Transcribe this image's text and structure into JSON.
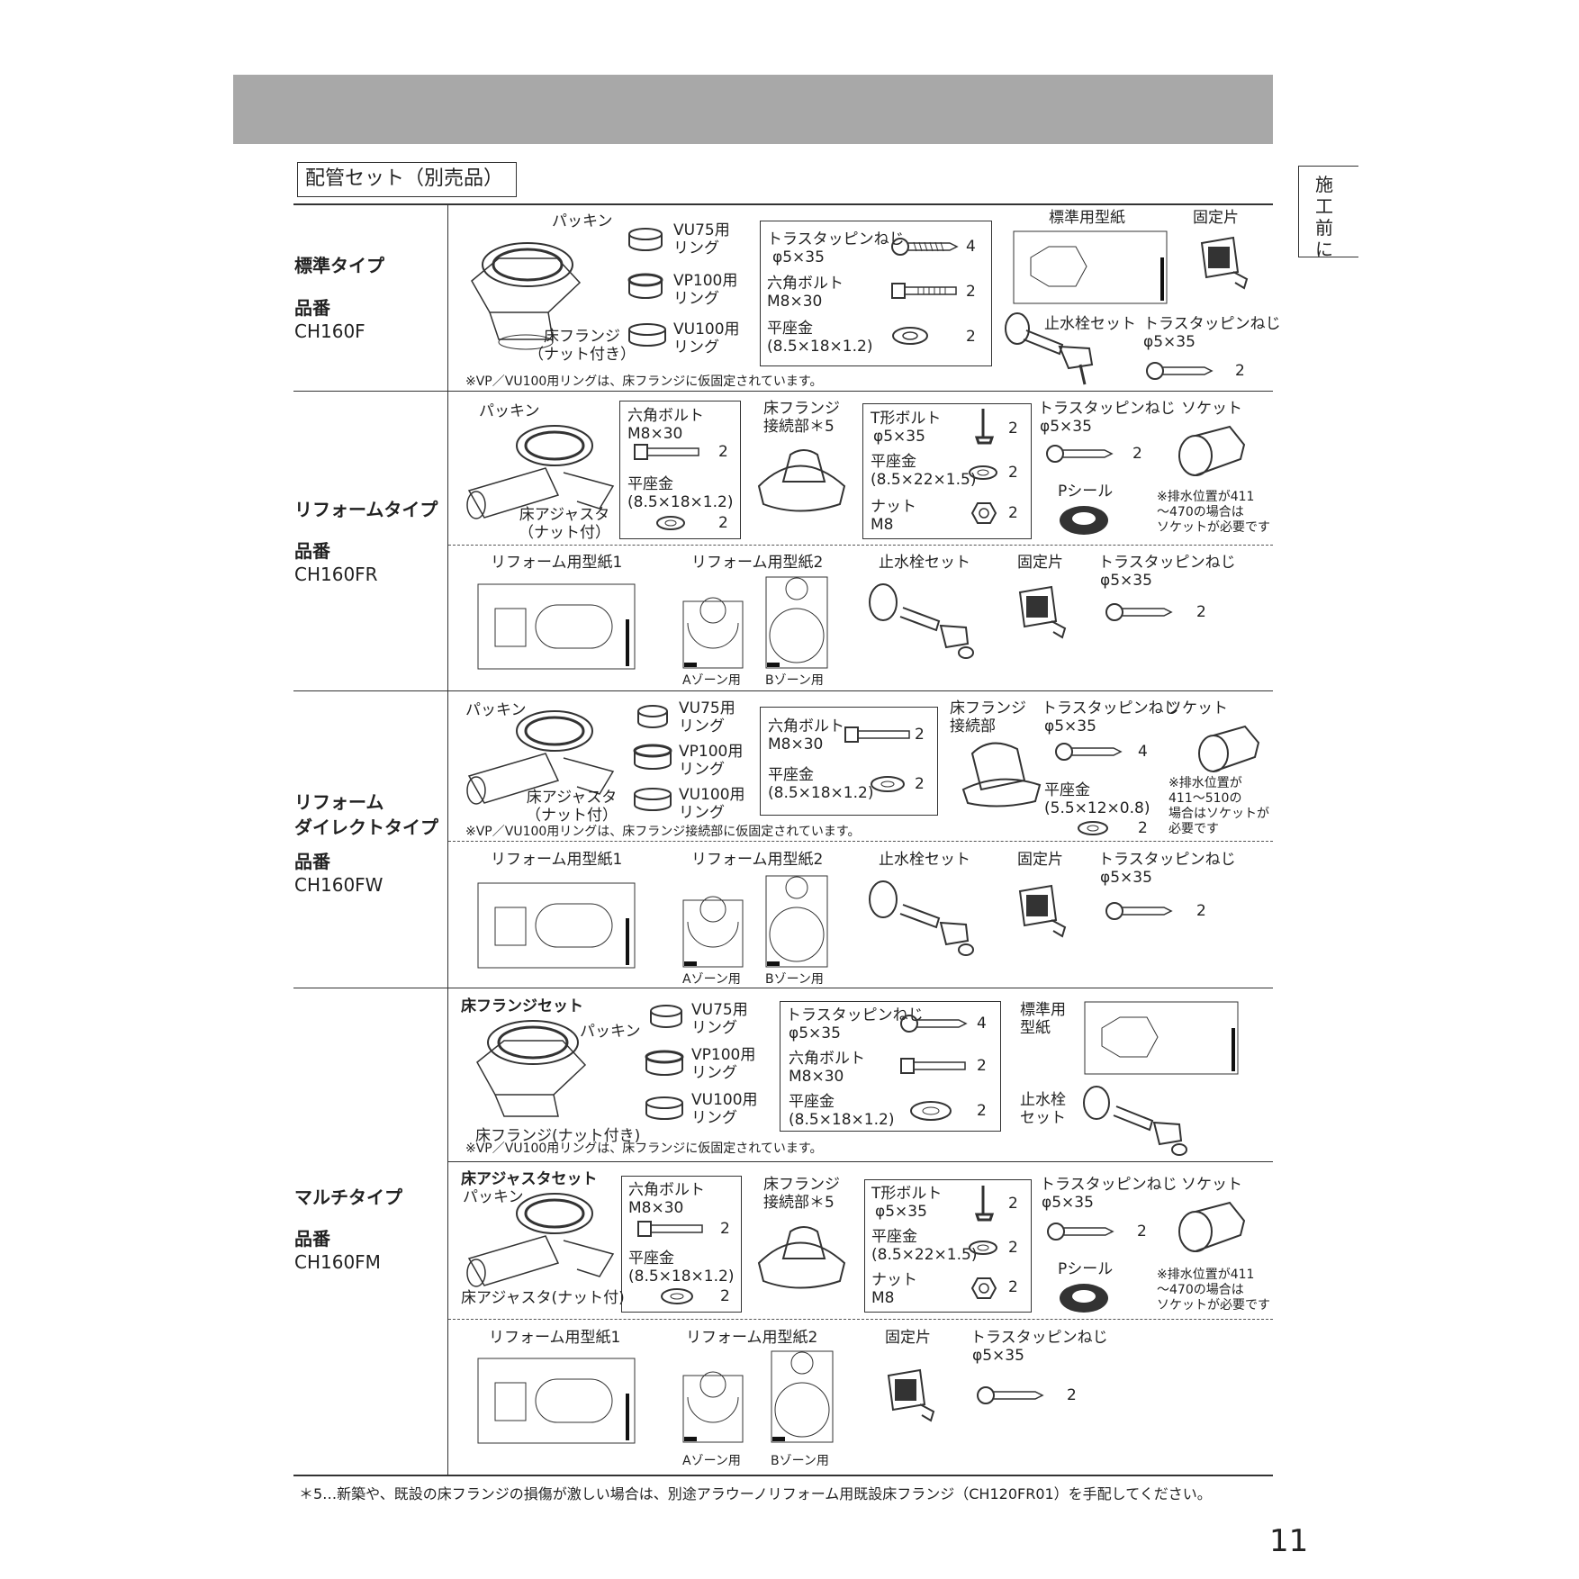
{
  "page": {
    "title": "配管セット（別売品）",
    "side_tab": "施工前に",
    "page_number": "11",
    "footnote": "＊5…新築や、既設の床フランジの損傷が激しい場合は、別途アラウーノリフォーム用既設床フランジ（CH120FR01）を手配してください。"
  },
  "common": {
    "hinban": "品番",
    "packing": "パッキン",
    "vu75": "VU75用\nリング",
    "vp100": "VP100用\nリング",
    "vu100": "VU100用\nリング",
    "truss_screw": "トラスタッピンねじ",
    "phi535": "φ5×35",
    "hex_bolt": "六角ボルト",
    "m830": "M8×30",
    "washer": "平座金",
    "washer_spec": "(8.5×18×1.2)",
    "washer_spec2": "(8.5×22×1.5)",
    "washer_spec3": "(5.5×12×0.8)",
    "t_bolt": "T形ボルト",
    "nut": "ナット",
    "m8": "M8",
    "socket": "ソケット",
    "p_seal": "Pシール",
    "std_template": "標準用型紙",
    "fixing_piece": "固定片",
    "stop_valve_set": "止水栓セット",
    "reform_template1": "リフォーム用型紙1",
    "reform_template2": "リフォーム用型紙2",
    "a_zone": "Aゾーン用",
    "b_zone": "Bゾーン用",
    "flange_joint5": "床フランジ\n接続部＊5",
    "flange_joint": "床フランジ\n接続部",
    "floor_flange_nut": "床フランジ\n（ナット付き）",
    "floor_adjuster_nut": "床アジャスタ\n（ナット付）",
    "floor_adjuster_nut2": "床アジャスタ\n（ナット付）",
    "socket_note1": "※排水位置が411\n～470の場合は\nソケットが必要です",
    "socket_note2": "※排水位置が\n411～510の\n場合はソケットが\n必要です",
    "ring_note1": "※VP／VU100用リングは、床フランジに仮固定されています。",
    "ring_note2": "※VP／VU100用リングは、床フランジ接続部に仮固定されています。",
    "q4": "4",
    "q2": "2"
  },
  "sections": [
    {
      "name": "標準タイプ",
      "code": "CH160F"
    },
    {
      "name": "リフォームタイプ",
      "code": "CH160FR"
    },
    {
      "name": "リフォーム\nダイレクトタイプ",
      "code": "CH160FW"
    },
    {
      "name": "マルチタイプ",
      "code": "CH160FM",
      "flange_set": "床フランジセット",
      "adjuster_set": "床アジャスタセット",
      "floor_flange_label": "床フランジ(ナット付き)",
      "std_template_wrap": "標準用\n型紙",
      "stop_valve_wrap": "止水栓\nセット",
      "adjuster_label": "床アジャスタ(ナット付)"
    }
  ]
}
